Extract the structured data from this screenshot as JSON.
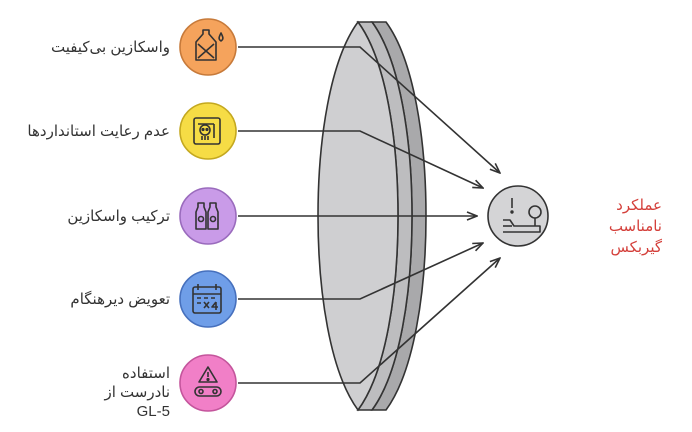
{
  "causes": [
    {
      "id": "c1",
      "label": "واسکازین بی‌کیفیت",
      "icon": "oil-bottle-drop-icon",
      "color": "#f5a35c",
      "border": "#c77a3a"
    },
    {
      "id": "c2",
      "label": "عدم رعایت استانداردها",
      "icon": "warning-document-skull-icon",
      "color": "#f6dc45",
      "border": "#c4a81f"
    },
    {
      "id": "c3",
      "label": "ترکیب واسکازین",
      "icon": "two-bottles-icon",
      "color": "#c99be8",
      "border": "#9a6bbd"
    },
    {
      "id": "c4",
      "label": "تعویض دیرهنگام",
      "icon": "calendar-x4-icon",
      "color": "#6f9ee8",
      "border": "#4670bd"
    },
    {
      "id": "c5",
      "label": "استفاده نادرست از GL-5",
      "icon": "warning-conveyor-icon",
      "color": "#f17fc7",
      "border": "#c4559c"
    }
  ],
  "outcome": {
    "label": "عملکرد نامناسب گیربکس",
    "icon": "gearbox-lever-warning-icon",
    "color": "#d43f3a"
  }
}
